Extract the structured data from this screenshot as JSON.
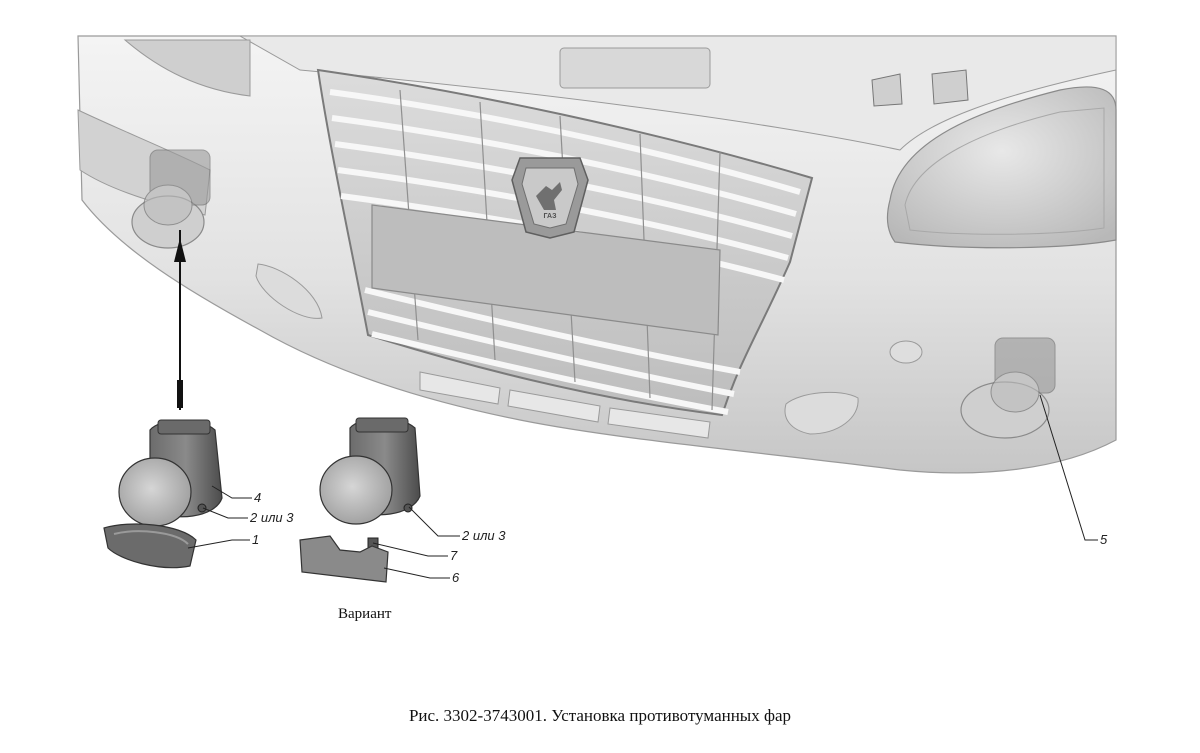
{
  "figure": {
    "caption": "Рис. 3302-3743001. Установка противотуманных фар",
    "variant_label": "Вариант"
  },
  "emblem": {
    "text": "ГАЗ"
  },
  "callouts": [
    {
      "id": "4",
      "text": "4"
    },
    {
      "id": "2a",
      "text": "2 или 3"
    },
    {
      "id": "1",
      "text": "1"
    },
    {
      "id": "2b",
      "text": "2 или 3"
    },
    {
      "id": "7",
      "text": "7"
    },
    {
      "id": "6",
      "text": "6"
    },
    {
      "id": "5",
      "text": "5"
    }
  ],
  "colors": {
    "body_light": "#eeeeee",
    "body_shade": "#c8c8c8",
    "part_dark": "#5a5a5a",
    "line": "#333333"
  }
}
